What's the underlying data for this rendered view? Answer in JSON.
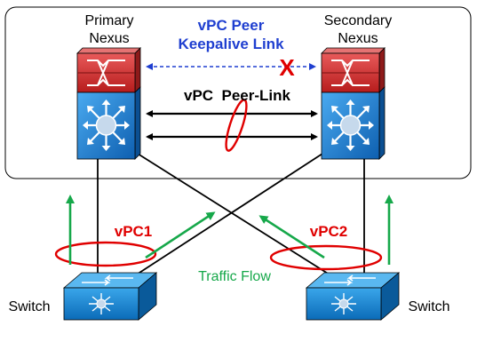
{
  "nodes": {
    "primary": {
      "line1": "Primary",
      "line2": "Nexus"
    },
    "secondary": {
      "line1": "Secondary",
      "line2": "Nexus"
    },
    "switch_left": {
      "label": "Switch"
    },
    "switch_right": {
      "label": "Switch"
    }
  },
  "links": {
    "keepalive": {
      "line1": "vPC Peer",
      "line2": "Keepalive Link",
      "status_mark": "X"
    },
    "peer_link": {
      "label": "vPC  Peer-Link"
    },
    "vpc1": {
      "label": "vPC1"
    },
    "vpc2": {
      "label": "vPC2"
    }
  },
  "traffic": {
    "label": "Traffic Flow"
  },
  "colors": {
    "keepalive_text": "#1f3fd0",
    "vpc_label": "#e00000",
    "traffic_green": "#16a84a",
    "nexus_red": "#cc2a2a",
    "nexus_blue": "#1a7fd4",
    "switch_blue": "#1a8ad4"
  }
}
